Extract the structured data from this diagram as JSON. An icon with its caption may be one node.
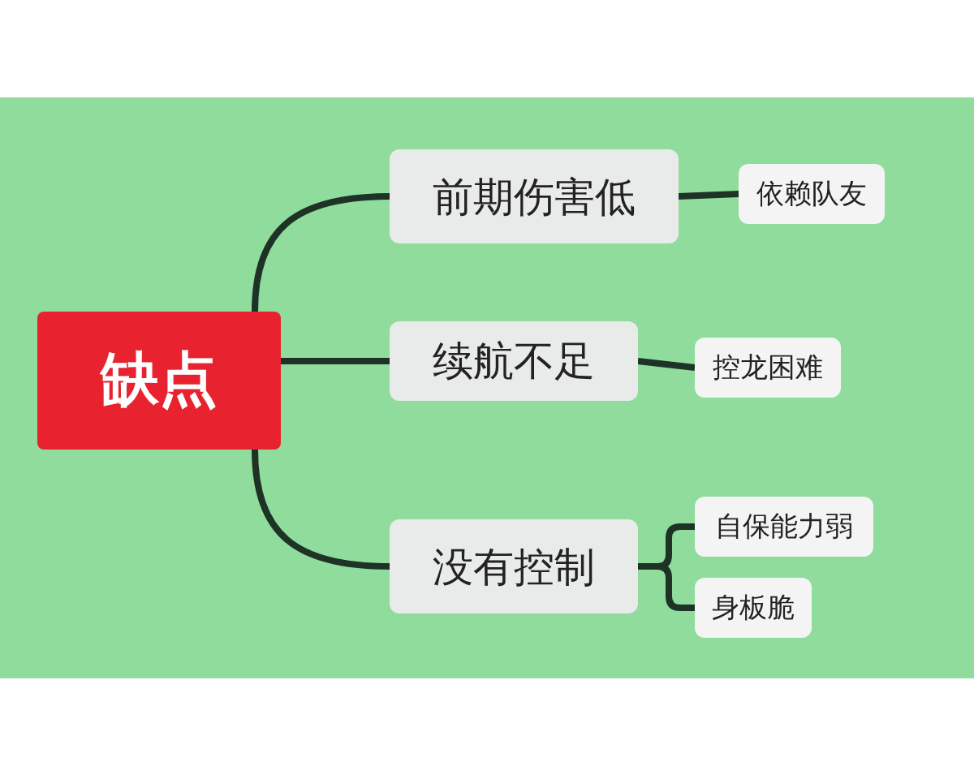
{
  "diagram": {
    "nodes": [
      {
        "text": [
          "缺点"
        ]
      },
      {
        "text": [
          "前期伤害低"
        ]
      },
      {
        "text": [
          "续航不足"
        ]
      },
      {
        "text": [
          "没有控制"
        ]
      },
      {
        "text": [
          "依赖队友"
        ]
      },
      {
        "text": [
          "控龙困难"
        ]
      },
      {
        "text": [
          "自保能力弱"
        ]
      },
      {
        "text": [
          "身板脆"
        ]
      }
    ],
    "edges": [
      {
        "from": 0,
        "to": 1,
        "arrow": "none"
      },
      {
        "from": 0,
        "to": 2,
        "arrow": "none"
      },
      {
        "from": 0,
        "to": 3,
        "arrow": "none"
      },
      {
        "from": 1,
        "to": 4,
        "arrow": "none"
      },
      {
        "from": 2,
        "to": 5,
        "arrow": "none"
      },
      {
        "from": 3,
        "to": 6,
        "arrow": "none"
      },
      {
        "from": 3,
        "to": 7,
        "arrow": "none"
      }
    ]
  }
}
